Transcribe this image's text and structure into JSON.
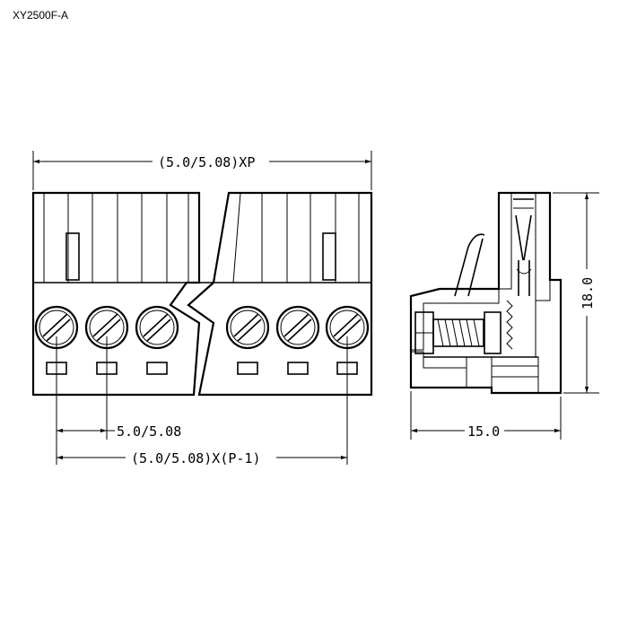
{
  "model": "XY2500F-A",
  "dimensions": {
    "overall_width": "(5.0/5.08)XP",
    "pitch": "5.0/5.08",
    "pin_span": "(5.0/5.08)X(P-1)",
    "side_width": "15.0",
    "side_height": "18.0"
  },
  "colors": {
    "line": "#000000",
    "background": "#ffffff"
  }
}
